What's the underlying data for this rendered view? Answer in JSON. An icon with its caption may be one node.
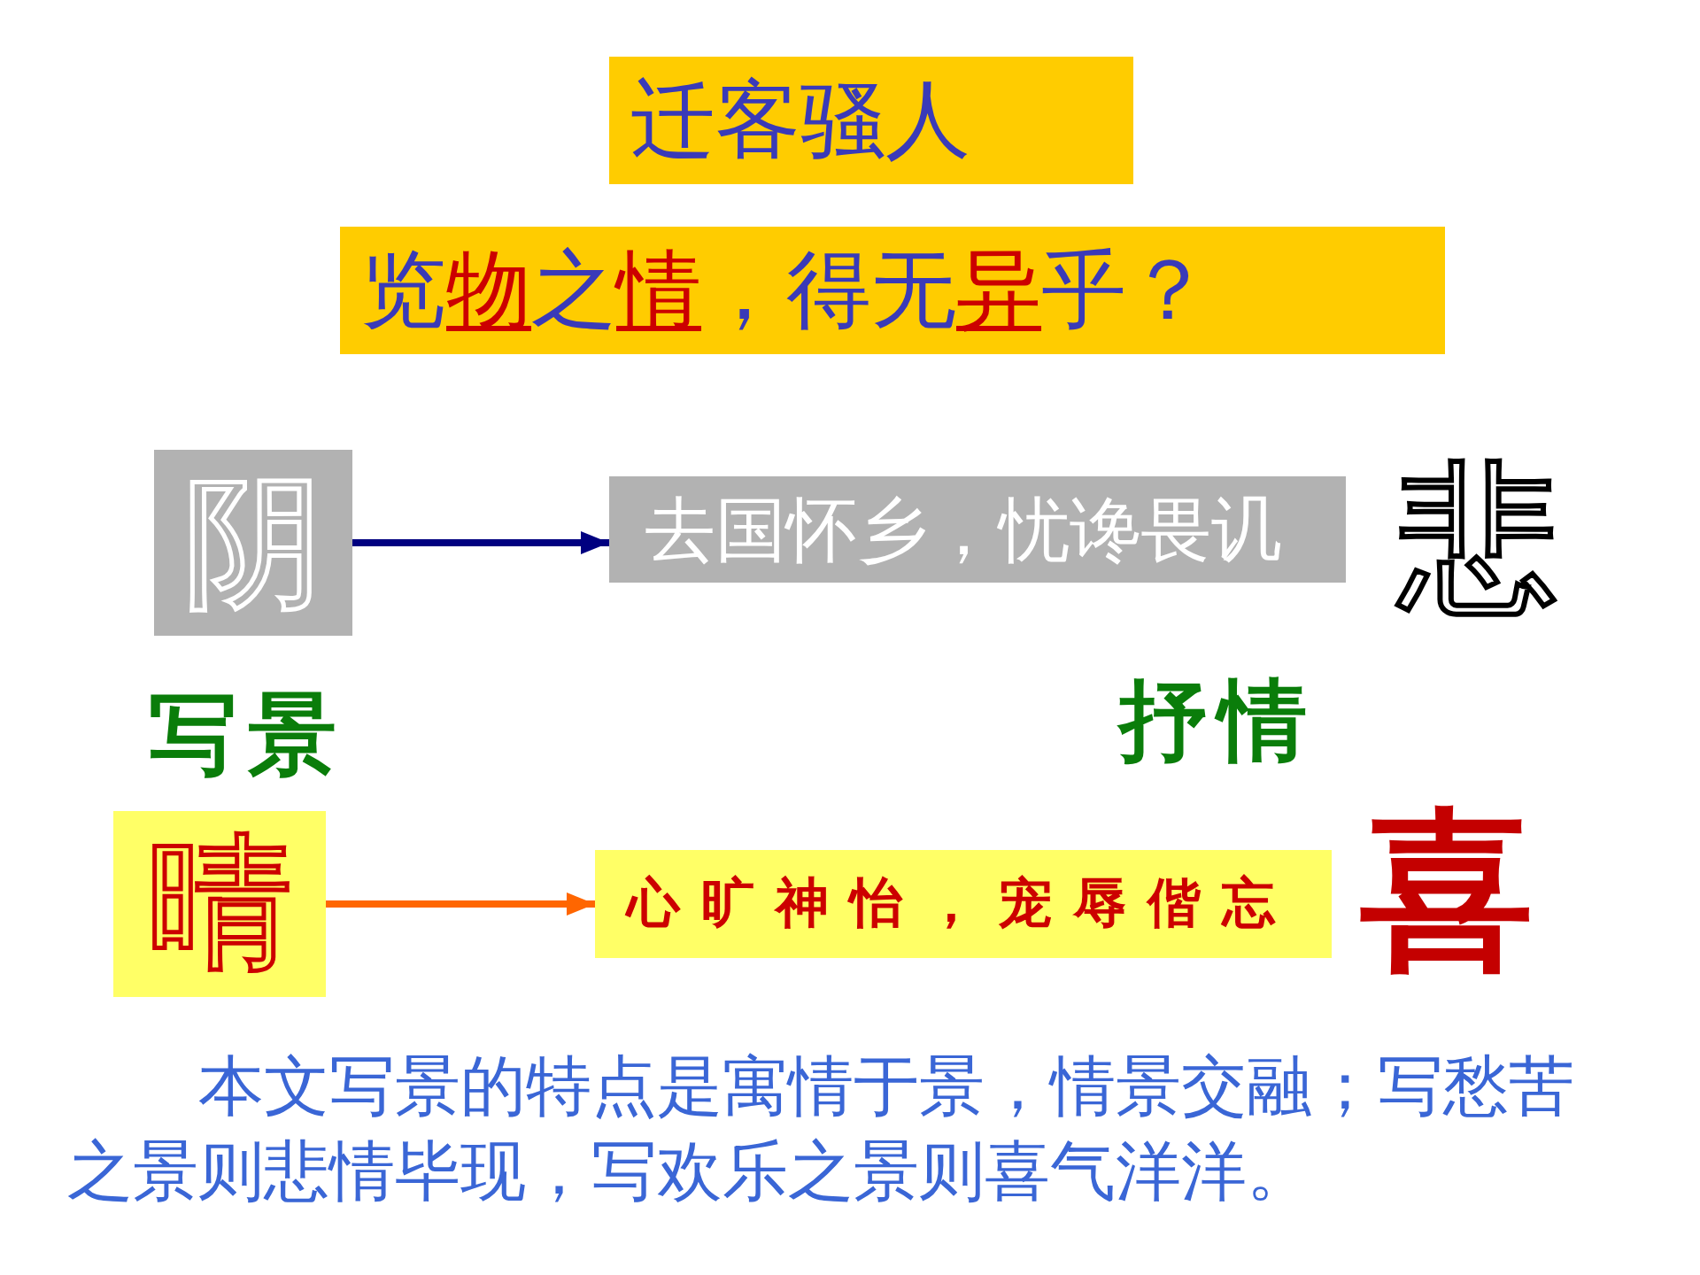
{
  "diagram": {
    "title": "迁客骚人",
    "nodes": [
      {
        "text": [
          "览物之情，得无异乎？"
        ]
      },
      {
        "text": [
          "阴"
        ]
      },
      {
        "text": [
          "去国怀乡，忧谗畏讥"
        ]
      },
      {
        "text": [
          "晴"
        ]
      },
      {
        "text": [
          "心旷神怡，宠辱偕忘"
        ]
      }
    ],
    "edges": [
      {
        "from": 1,
        "to": 2,
        "arrow": "to",
        "color": "#000080"
      },
      {
        "from": 3,
        "to": 4,
        "arrow": "to",
        "color": "#ff6600"
      }
    ],
    "labels": [
      "悲",
      "写景",
      "抒情",
      "喜",
      "本文写景的特点是寓情于景，情景交融；写愁苦之景则悲情毕现，写欢乐之景则喜气洋洋。"
    ]
  }
}
